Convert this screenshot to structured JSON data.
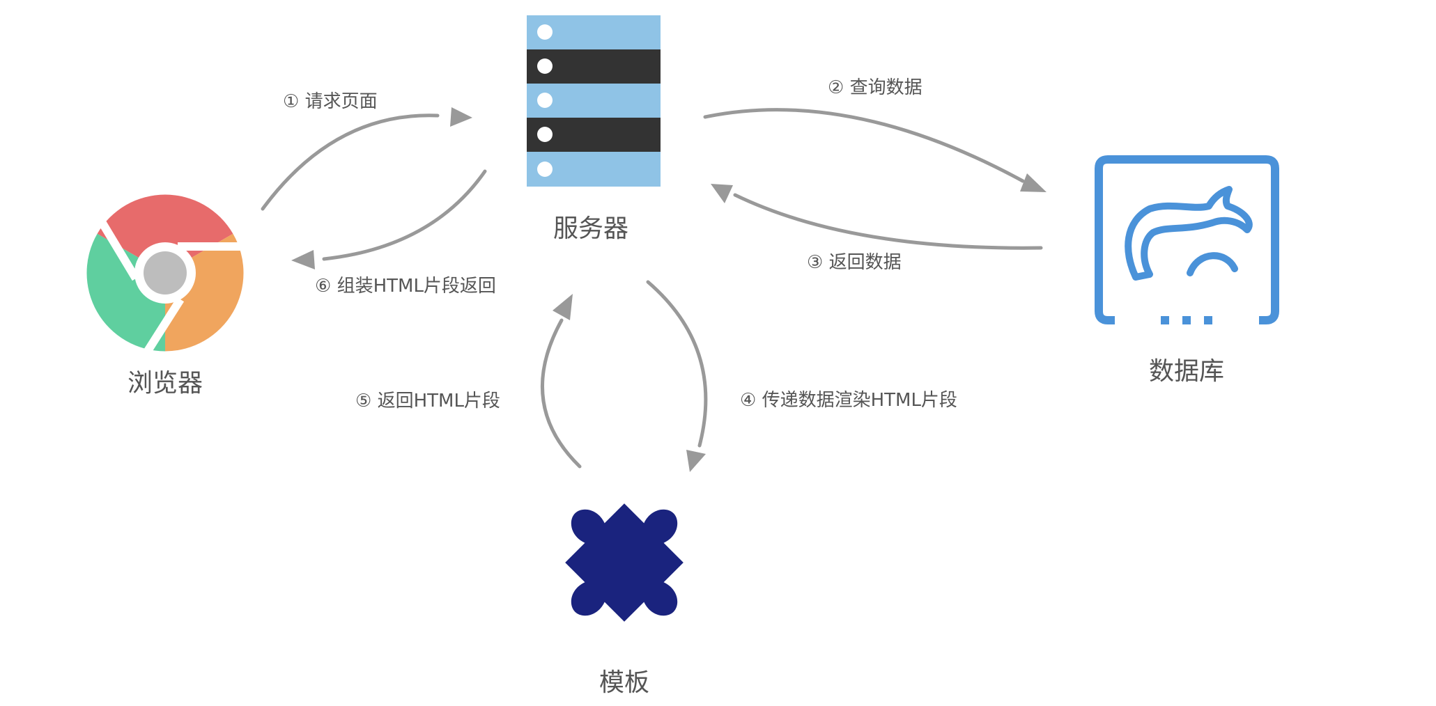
{
  "nodes": {
    "browser": {
      "label": "浏览器",
      "icon": "chrome-browser-icon",
      "colors": [
        "#e76b6b",
        "#5fcf9f",
        "#f0a55e",
        "#bdbdbd"
      ]
    },
    "server": {
      "label": "服务器",
      "icon": "server-rack-icon",
      "colors": [
        "#8fc3e6",
        "#333333"
      ]
    },
    "database": {
      "label": "数据库",
      "icon": "mysql-dolphin-icon",
      "colors": [
        "#4a92d9"
      ]
    },
    "template": {
      "label": "模板",
      "icon": "puzzle-piece-icon",
      "colors": [
        "#1a237e"
      ]
    }
  },
  "edges": [
    {
      "id": "e1",
      "label": "① 请求页面"
    },
    {
      "id": "e2",
      "label": "② 查询数据"
    },
    {
      "id": "e3",
      "label": "③ 返回数据"
    },
    {
      "id": "e4",
      "label": "④ 传递数据渲染HTML片段"
    },
    {
      "id": "e5",
      "label": "⑤ 返回HTML片段"
    },
    {
      "id": "e6",
      "label": "⑥ 组装HTML片段返回"
    }
  ]
}
